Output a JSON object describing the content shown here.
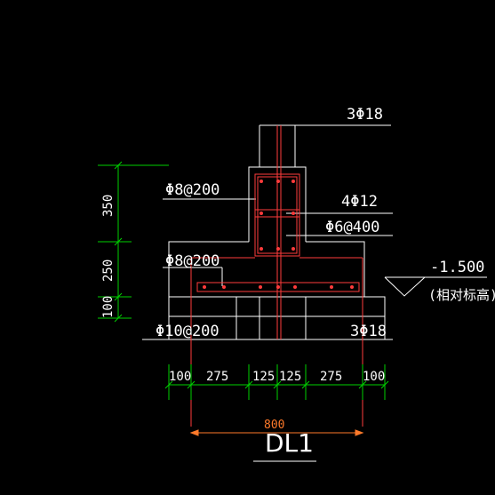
{
  "drawing": {
    "title": "DL1",
    "column_rebar": "3Φ18",
    "stirrup_upper": "Φ8@200",
    "side_rebar": "4Φ12",
    "tie": "Φ6@400",
    "stirrup_lower": "Φ8@200",
    "base_rebar": "Φ10@200",
    "bottom_rebar": "3Φ18",
    "elevation": "-1.500",
    "elevation_note": "(相对标高)",
    "vertical_dims": [
      "350",
      "250",
      "100"
    ],
    "horizontal_dims": [
      "100",
      "275",
      "125",
      "125",
      "275",
      "100"
    ],
    "overall_width": "800"
  },
  "colors": {
    "background": "#000000",
    "lines": "#ffffff",
    "rebar": "#ff3b3b",
    "dimension_green": "#00d000",
    "dimension_orange": "#ff7a2a"
  }
}
